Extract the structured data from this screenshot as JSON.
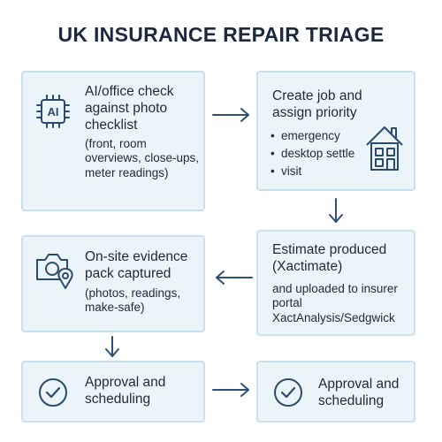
{
  "title": "UK INSURANCE REPAIR TRIAGE",
  "colors": {
    "box_bg": "#eaf4f9",
    "box_border": "#c9e1ec",
    "icon": "#2c4a6e",
    "arrow": "#2f5178"
  },
  "boxes": {
    "ai_check": {
      "icon": "ai-chip-icon",
      "icon_text": "AI",
      "title": "AI/office check against photo checklist",
      "detail": "(front, room overviews, close-ups, meter readings)"
    },
    "create_job": {
      "icon": "house-icon",
      "title": "Create job and assign priority",
      "bullets": [
        "emergency",
        "desktop settle",
        "visit"
      ]
    },
    "estimate": {
      "title": "Estimate produced (Xactimate)",
      "detail": "and uploaded to insurer portal XactAnalysis/Sedgwick"
    },
    "onsite": {
      "icon": "camera-location-icon",
      "title": "On-site evidence pack captured",
      "detail": "(photos, readings, make-safe)"
    },
    "approval_left": {
      "icon": "check-circle-icon",
      "title": "Approval and scheduling"
    },
    "approval_right": {
      "icon": "check-circle-icon",
      "title": "Approval and scheduling"
    }
  }
}
